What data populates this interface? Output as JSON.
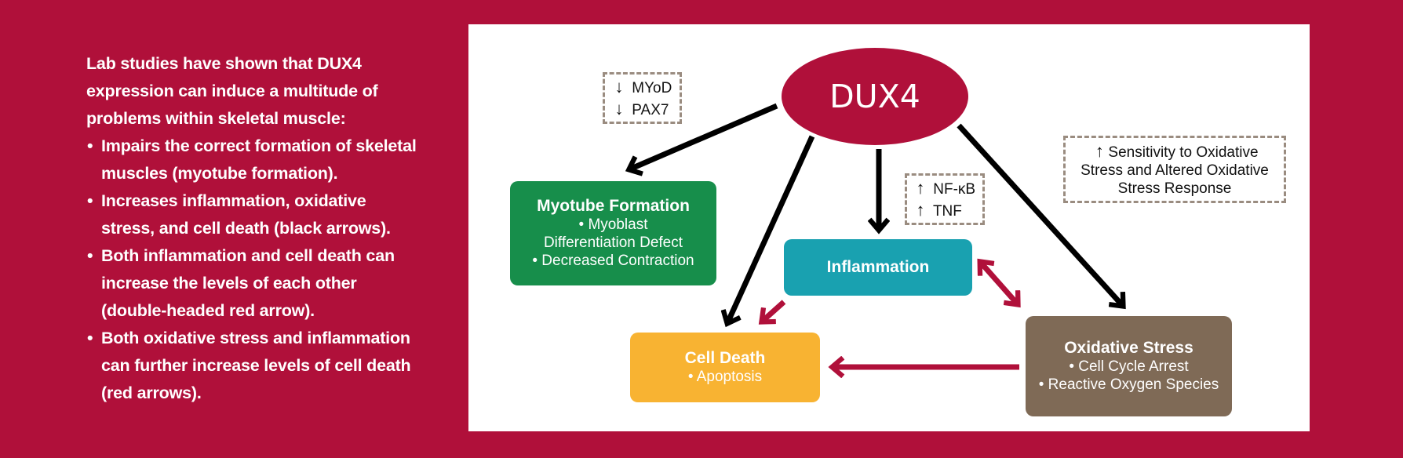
{
  "left_panel": {
    "intro": "Lab studies have shown that DUX4 expression can induce a multitude of problems within skeletal muscle:",
    "bullets": [
      "Impairs the correct formation of skeletal muscles (myotube formation).",
      "Increases inflammation, oxidative stress, and cell death (black arrows).",
      "Both inflammation and cell death can increase the levels of each other (double-headed red arrow).",
      "Both oxidative stress and inflammation can further increase levels of cell death (red arrows)."
    ]
  },
  "diagram": {
    "center_node": "DUX4",
    "myotube": {
      "title": "Myotube Formation",
      "lines": [
        "• Myoblast",
        "Differentiation Defect",
        "• Decreased Contraction"
      ]
    },
    "inflammation": {
      "title": "Inflammation"
    },
    "cell_death": {
      "title": "Cell Death",
      "lines": [
        "• Apoptosis"
      ]
    },
    "oxidative": {
      "title": "Oxidative Stress",
      "lines": [
        "• Cell Cycle Arrest",
        "• Reactive Oxygen Species"
      ]
    },
    "note_myotube": [
      {
        "arrow": "↓",
        "label": "MYoD"
      },
      {
        "arrow": "↓",
        "label": "PAX7"
      }
    ],
    "note_inflammation": [
      {
        "arrow": "↑",
        "label": "NF-κB"
      },
      {
        "arrow": "↑",
        "label": "TNF"
      }
    ],
    "note_oxidative": {
      "arrow": "↑",
      "line1": "Sensitivity to Oxidative",
      "line2": "Stress and Altered Oxidative",
      "line3": "Stress Response"
    }
  },
  "colors": {
    "background": "#b0103a",
    "dux4": "#b0103a",
    "myotube": "#178e4b",
    "inflammation": "#19a1b0",
    "cell_death": "#f8b332",
    "oxidative_stress": "#7f6a56",
    "black_arrow": "#000000",
    "red_arrow": "#b0103a"
  }
}
